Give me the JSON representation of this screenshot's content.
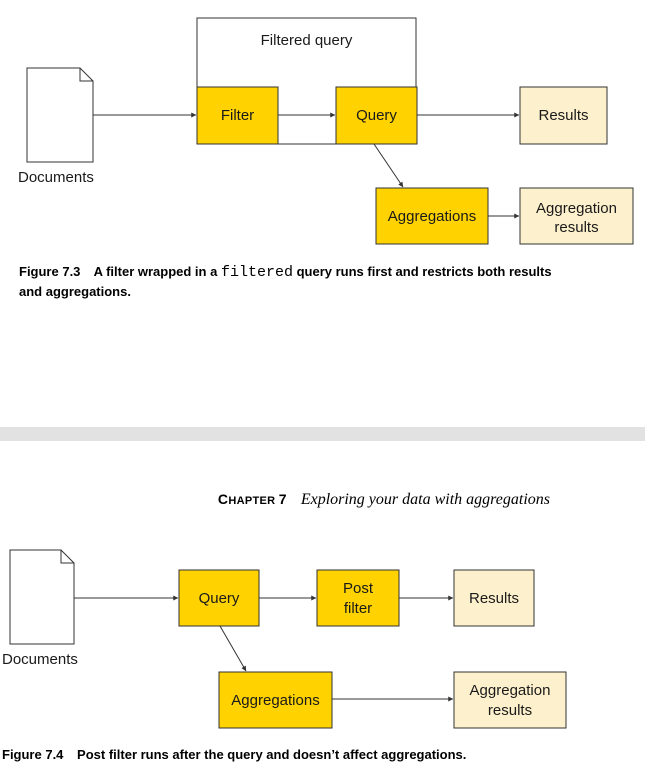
{
  "fig73": {
    "documents_label": "Documents",
    "filtered_query_label": "Filtered query",
    "filter_label": "Filter",
    "query_label": "Query",
    "results_label": "Results",
    "aggregations_label": "Aggregations",
    "aggregation_results_line1": "Aggregation",
    "aggregation_results_line2": "results",
    "caption_number": "Figure 7.3",
    "caption_before_code": "A filter wrapped in a",
    "caption_code": "filtered",
    "caption_after_code": "query runs first and restricts both results",
    "caption_line2": "and aggregations."
  },
  "running_head": {
    "chapter_first": "C",
    "chapter_rest": "HAPTER",
    "chapter_number": "7",
    "title": "Exploring your data with aggregations"
  },
  "fig74": {
    "documents_label": "Documents",
    "query_label": "Query",
    "post_filter_line1": "Post",
    "post_filter_line2": "filter",
    "results_label": "Results",
    "aggregations_label": "Aggregations",
    "aggregation_results_line1": "Aggregation",
    "aggregation_results_line2": "results",
    "caption_number": "Figure 7.4",
    "caption_text": "Post filter runs after the query and doesn’t affect aggregations."
  },
  "colors": {
    "process_box": "#ffd200",
    "result_box": "#fdf0cc",
    "line": "#333333",
    "separator": "#e2e2e2"
  },
  "icons": [
    "document-icon"
  ]
}
